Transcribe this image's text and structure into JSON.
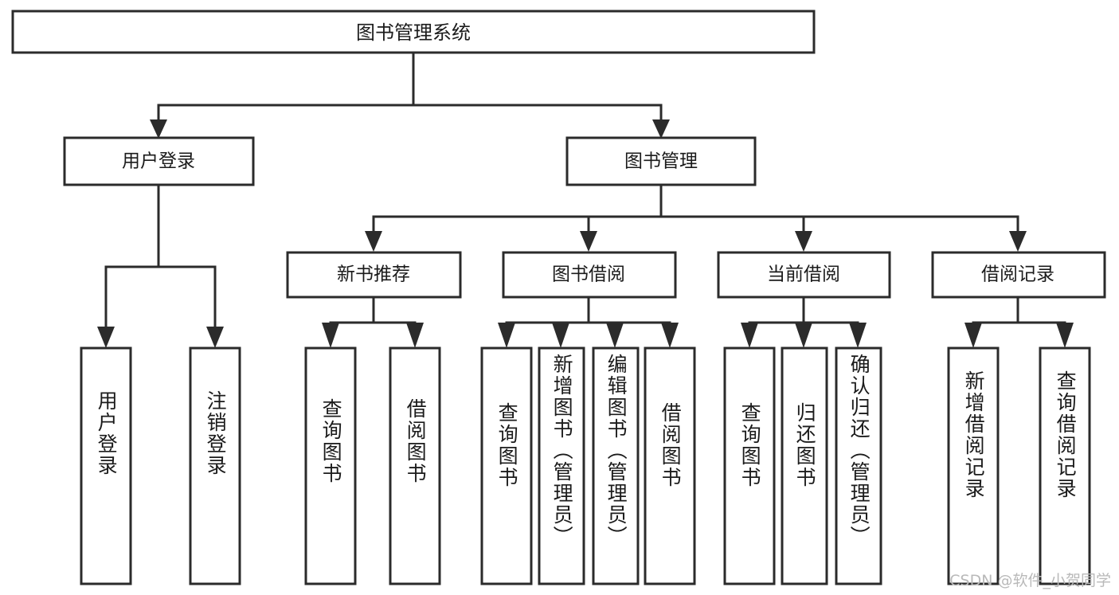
{
  "diagram": {
    "type": "tree",
    "title": "图书管理系统",
    "root": {
      "id": "root",
      "label": "图书管理系统"
    },
    "level1": [
      {
        "id": "user-login",
        "label": "用户登录"
      },
      {
        "id": "book-manage",
        "label": "图书管理"
      }
    ],
    "level2": [
      {
        "id": "new-book-recommend",
        "label": "新书推荐",
        "parent": "book-manage"
      },
      {
        "id": "book-borrow",
        "label": "图书借阅",
        "parent": "book-manage"
      },
      {
        "id": "current-borrow",
        "label": "当前借阅",
        "parent": "book-manage"
      },
      {
        "id": "borrow-record",
        "label": "借阅记录",
        "parent": "book-manage"
      }
    ],
    "leaves": [
      {
        "id": "leaf-user-login",
        "label": "用户登录",
        "parent": "user-login"
      },
      {
        "id": "leaf-logout-login",
        "label": "注销登录",
        "parent": "user-login"
      },
      {
        "id": "leaf-query-book-1",
        "label": "查询图书",
        "parent": "new-book-recommend"
      },
      {
        "id": "leaf-borrow-book-1",
        "label": "借阅图书",
        "parent": "new-book-recommend"
      },
      {
        "id": "leaf-query-book-2",
        "label": "查询图书",
        "parent": "book-borrow"
      },
      {
        "id": "leaf-add-book",
        "label": "新增图书（管理员）",
        "parent": "book-borrow"
      },
      {
        "id": "leaf-edit-book",
        "label": "编辑图书（管理员）",
        "parent": "book-borrow"
      },
      {
        "id": "leaf-borrow-book-2",
        "label": "借阅图书",
        "parent": "book-borrow"
      },
      {
        "id": "leaf-query-book-3",
        "label": "查询图书",
        "parent": "current-borrow"
      },
      {
        "id": "leaf-return-book",
        "label": "归还图书",
        "parent": "current-borrow"
      },
      {
        "id": "leaf-confirm-return",
        "label": "确认归还（管理员）",
        "parent": "current-borrow"
      },
      {
        "id": "leaf-add-record",
        "label": "新增借阅记录",
        "parent": "borrow-record"
      },
      {
        "id": "leaf-query-record",
        "label": "查询借阅记录",
        "parent": "borrow-record"
      }
    ],
    "colors": {
      "stroke": "#2b2b2b",
      "fill": "#ffffff",
      "text": "#1b1b1b",
      "background": "#ffffff",
      "watermark": "#b9b9b9"
    }
  },
  "watermark": {
    "text": "CSDN @软件_小贺同学"
  }
}
